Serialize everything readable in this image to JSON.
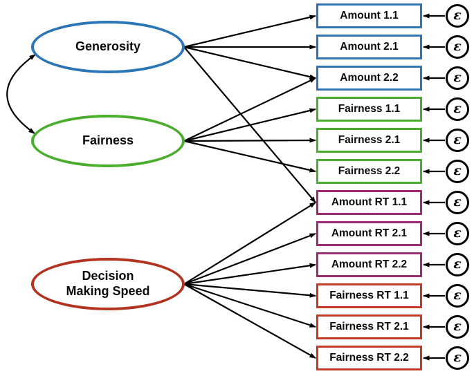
{
  "diagram": {
    "background_color": "#ffffff",
    "edge_color": "#000000",
    "error_label": "ε",
    "latents": [
      {
        "id": "gen",
        "lines": [
          "Generosity"
        ],
        "color": "#2E75B6"
      },
      {
        "id": "fair",
        "lines": [
          "Fairness"
        ],
        "color": "#4BAD2D"
      },
      {
        "id": "dms",
        "lines": [
          "Decision",
          "Making Speed"
        ],
        "color": "#B23320"
      }
    ],
    "observed": [
      {
        "id": "amount11",
        "label": "Amount 1.1",
        "color": "#2E75B6"
      },
      {
        "id": "amount21",
        "label": "Amount 2.1",
        "color": "#2E75B6"
      },
      {
        "id": "amount22",
        "label": "Amount 2.2",
        "color": "#2E75B6"
      },
      {
        "id": "fairness11",
        "label": "Fairness 1.1",
        "color": "#4BAD2D"
      },
      {
        "id": "fairness21",
        "label": "Fairness 2.1",
        "color": "#4BAD2D"
      },
      {
        "id": "fairness22",
        "label": "Fairness 2.2",
        "color": "#4BAD2D"
      },
      {
        "id": "amountrt11",
        "label": "Amount RT 1.1",
        "color": "#9C2B72"
      },
      {
        "id": "amountrt21",
        "label": "Amount RT 2.1",
        "color": "#9C2B72"
      },
      {
        "id": "amountrt22",
        "label": "Amount RT 2.2",
        "color": "#9C2B72"
      },
      {
        "id": "fairnessrt11",
        "label": "Fairness RT 1.1",
        "color": "#C23B28"
      },
      {
        "id": "fairnessrt21",
        "label": "Fairness RT 2.1",
        "color": "#C23B28"
      },
      {
        "id": "fairnessrt22",
        "label": "Fairness RT 2.2",
        "color": "#C23B28"
      }
    ],
    "edges": [
      {
        "from": "gen",
        "to": "amount11"
      },
      {
        "from": "gen",
        "to": "amount21"
      },
      {
        "from": "gen",
        "to": "amount22"
      },
      {
        "from": "gen",
        "to": "amountrt11"
      },
      {
        "from": "fair",
        "to": "amount22"
      },
      {
        "from": "fair",
        "to": "fairness11"
      },
      {
        "from": "fair",
        "to": "fairness21"
      },
      {
        "from": "fair",
        "to": "fairness22"
      },
      {
        "from": "dms",
        "to": "amountrt11"
      },
      {
        "from": "dms",
        "to": "amountrt21"
      },
      {
        "from": "dms",
        "to": "amountrt22"
      },
      {
        "from": "dms",
        "to": "fairnessrt11"
      },
      {
        "from": "dms",
        "to": "fairnessrt21"
      },
      {
        "from": "dms",
        "to": "fairnessrt22"
      }
    ],
    "covariances": [
      {
        "a": "gen",
        "b": "fair"
      }
    ]
  }
}
